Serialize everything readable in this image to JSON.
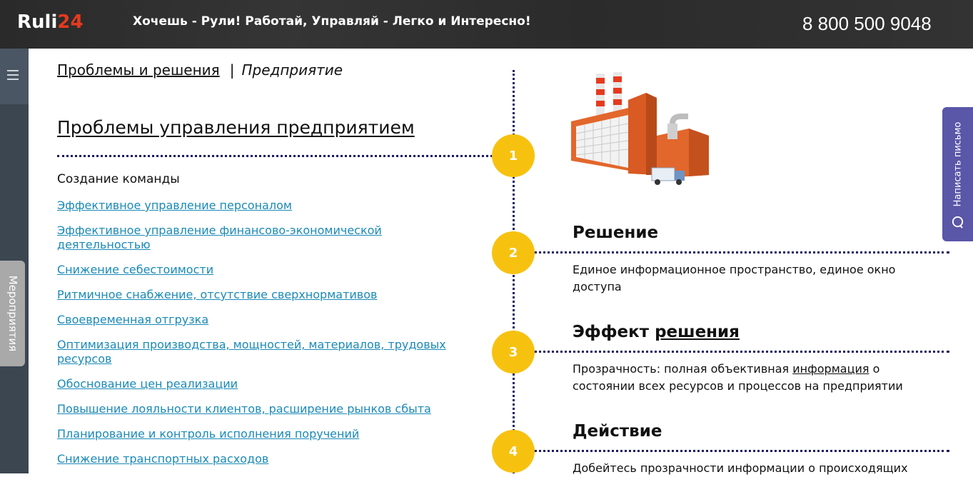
{
  "header": {
    "logo_main": "Ruli",
    "logo_accent": "24",
    "slogan": "Хочешь - Рули! Работай, Управляй - Легко и Интересно!",
    "phone": "8 800 500 9048"
  },
  "sidebar": {
    "events_tab": "Мероприятия"
  },
  "breadcrumb": {
    "parent": "Проблемы и решения",
    "separator": "|",
    "current": "Предприятие"
  },
  "main": {
    "title": "Проблемы управления предприятием",
    "section_label": "Создание команды",
    "links": [
      "Эффективное управление персоналом",
      "Эффективное управление финансово-экономической деятельностью",
      "Снижение себестоимости",
      "Ритмичное снабжение, отсутствие сверхнормативов",
      "Своевременная отгрузка",
      "Оптимизация производства, мощностей, материалов, трудовых ресурсов",
      "Обоснование цен реализации",
      "Повышение лояльности клиентов, расширение рынков сбыта",
      "Планирование и контроль исполнения поручений",
      "Снижение транспортных расходов"
    ]
  },
  "steps": {
    "n1": "1",
    "n2": "2",
    "n3": "3",
    "n4": "4"
  },
  "right": {
    "solution_title": "Решение",
    "solution_text": "Единое информационное пространство, единое окно доступа",
    "effect_title_1": "Эффект ",
    "effect_title_2": "решения",
    "effect_text_1": "Прозрачность: полная объективная ",
    "effect_text_link": "информация",
    "effect_text_2": " о состоянии всех ресурсов и процессов на предприятии",
    "action_title": "Действие",
    "action_text": "Добейтесь прозрачности информации о происходящих"
  },
  "write_tab": {
    "label": "Написать письмо"
  },
  "colors": {
    "accent_logo": "#e53a1e",
    "link": "#1a8ab8",
    "step_circle": "#f7c20f",
    "dots": "#1a1a60",
    "write_tab": "#5a56a8"
  }
}
